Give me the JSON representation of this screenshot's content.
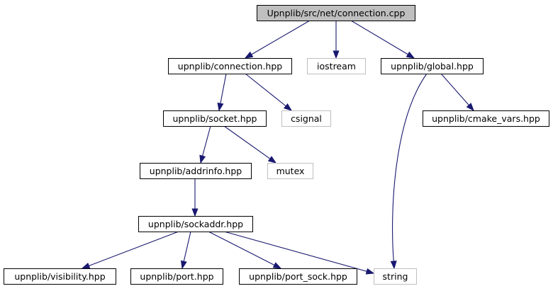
{
  "graph": {
    "root": "Upnplib/src/net/connection.cpp",
    "colors": {
      "root_fill": "#bfbfbf",
      "root_stroke": "#000000",
      "local_stroke": "#000000",
      "system_stroke": "#bfbfbf",
      "edge": "#191970"
    },
    "nodes": [
      {
        "id": "root",
        "label": "Upnplib/src/net/connection.cpp",
        "kind": "root"
      },
      {
        "id": "connection",
        "label": "upnplib/connection.hpp",
        "kind": "local"
      },
      {
        "id": "iostream",
        "label": "iostream",
        "kind": "system"
      },
      {
        "id": "global",
        "label": "upnplib/global.hpp",
        "kind": "local"
      },
      {
        "id": "socket",
        "label": "upnplib/socket.hpp",
        "kind": "local"
      },
      {
        "id": "csignal",
        "label": "csignal",
        "kind": "system"
      },
      {
        "id": "cmake_vars",
        "label": "upnplib/cmake_vars.hpp",
        "kind": "local"
      },
      {
        "id": "addrinfo",
        "label": "upnplib/addrinfo.hpp",
        "kind": "local"
      },
      {
        "id": "mutex",
        "label": "mutex",
        "kind": "system"
      },
      {
        "id": "sockaddr",
        "label": "upnplib/sockaddr.hpp",
        "kind": "local"
      },
      {
        "id": "visibility",
        "label": "upnplib/visibility.hpp",
        "kind": "local"
      },
      {
        "id": "port",
        "label": "upnplib/port.hpp",
        "kind": "local"
      },
      {
        "id": "port_sock",
        "label": "upnplib/port_sock.hpp",
        "kind": "local"
      },
      {
        "id": "string",
        "label": "string",
        "kind": "system"
      }
    ],
    "edges": [
      {
        "from": "root",
        "to": "connection"
      },
      {
        "from": "root",
        "to": "iostream"
      },
      {
        "from": "root",
        "to": "global"
      },
      {
        "from": "connection",
        "to": "socket"
      },
      {
        "from": "connection",
        "to": "csignal"
      },
      {
        "from": "global",
        "to": "cmake_vars"
      },
      {
        "from": "global",
        "to": "string"
      },
      {
        "from": "socket",
        "to": "addrinfo"
      },
      {
        "from": "socket",
        "to": "mutex"
      },
      {
        "from": "addrinfo",
        "to": "sockaddr"
      },
      {
        "from": "sockaddr",
        "to": "visibility"
      },
      {
        "from": "sockaddr",
        "to": "port"
      },
      {
        "from": "sockaddr",
        "to": "port_sock"
      },
      {
        "from": "sockaddr",
        "to": "string"
      }
    ]
  }
}
